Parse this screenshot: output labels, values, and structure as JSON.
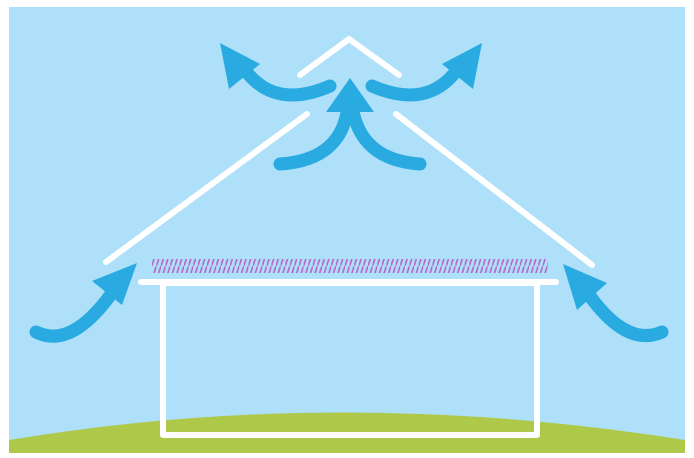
{
  "diagram": {
    "colors": {
      "sky": "#aee0fa",
      "ground": "#aec94a",
      "house_outline": "#ffffff",
      "airflow_arrow": "#29abe2",
      "insulation": "#b764c9",
      "frame": "#ffffff"
    },
    "elements": {
      "roof": "white-outline",
      "ridge_vent": "gap-at-peak",
      "attic_insulation": "hatched-band",
      "house_walls": "white-outline",
      "airflow": "soffit-intake-to-ridge-exhaust"
    },
    "airflow_arrows": [
      {
        "name": "left-soffit-intake-arrow",
        "direction": "inward-up"
      },
      {
        "name": "right-soffit-intake-arrow",
        "direction": "inward-up"
      },
      {
        "name": "center-rising-arrow",
        "direction": "up"
      },
      {
        "name": "left-ridge-exhaust-arrow",
        "direction": "up-left"
      },
      {
        "name": "right-ridge-exhaust-arrow",
        "direction": "up-right"
      }
    ]
  }
}
